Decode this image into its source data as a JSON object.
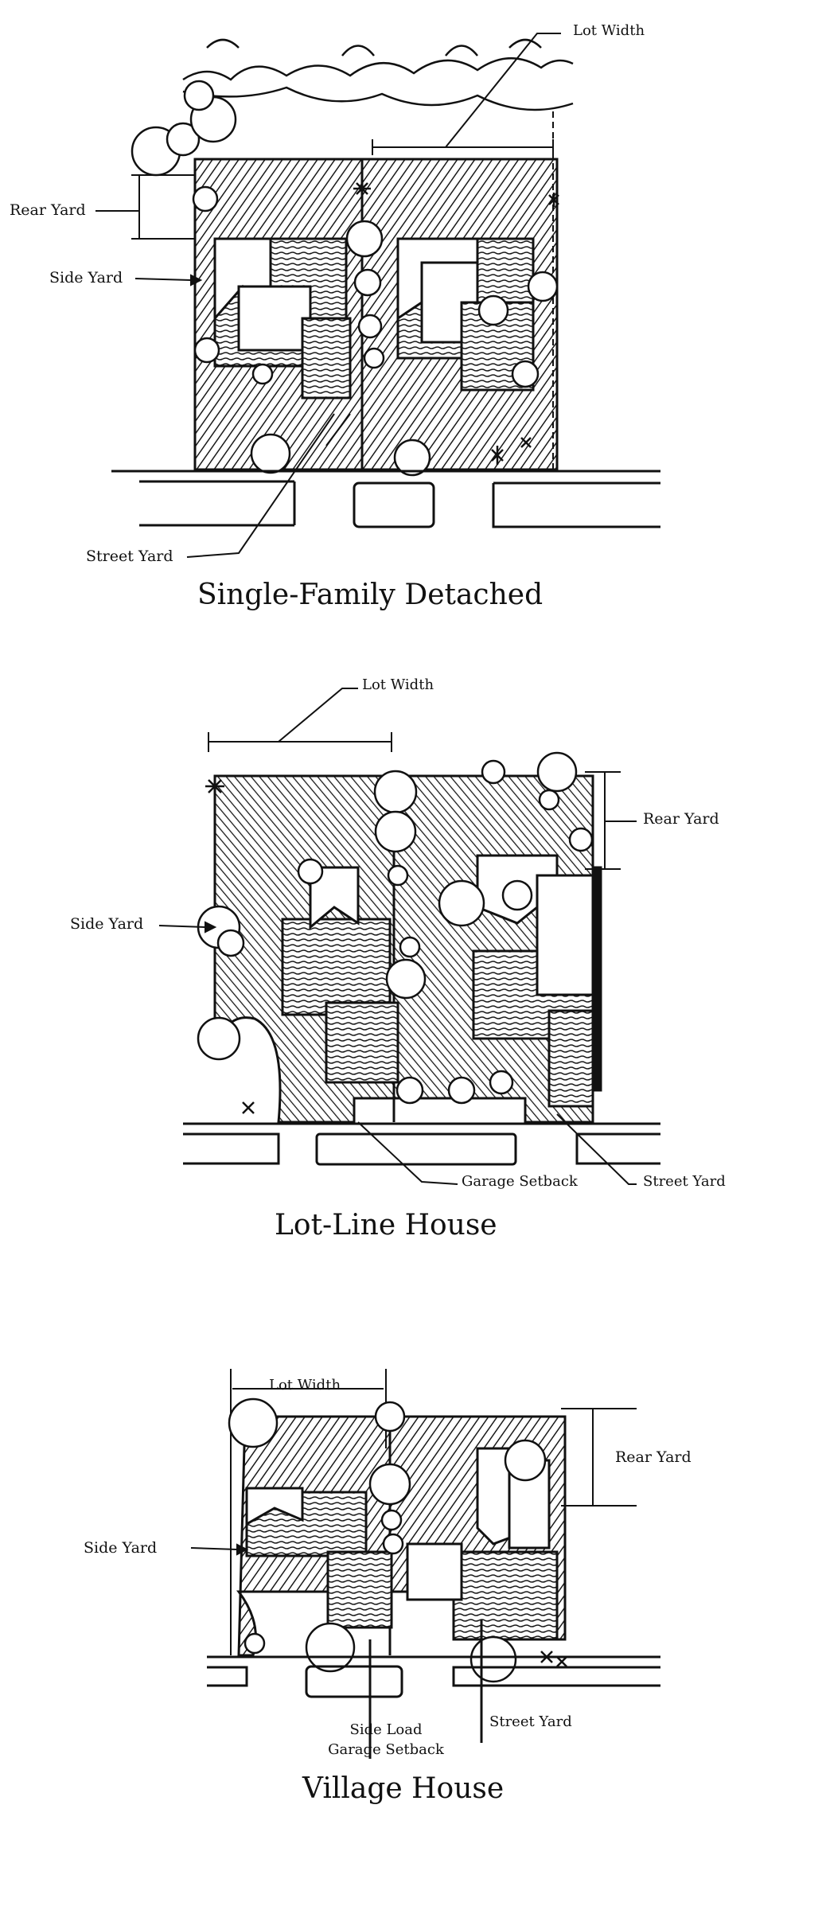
{
  "figures": [
    {
      "caption": "Single-Family Detached",
      "labels": {
        "lot_width": "Lot Width",
        "rear_yard": "Rear Yard",
        "side_yard": "Side Yard",
        "street_yard": "Street Yard"
      }
    },
    {
      "caption": "Lot-Line House",
      "labels": {
        "lot_width": "Lot Width",
        "rear_yard": "Rear Yard",
        "side_yard": "Side Yard",
        "garage_setback": "Garage Setback",
        "street_yard": "Street Yard"
      }
    },
    {
      "caption": "Village House",
      "labels": {
        "lot_width": "Lot Width",
        "rear_yard": "Rear Yard",
        "side_yard": "Side Yard",
        "side_load_1": "Side Load",
        "side_load_2": "Garage Setback",
        "street_yard": "Street Yard"
      }
    }
  ]
}
